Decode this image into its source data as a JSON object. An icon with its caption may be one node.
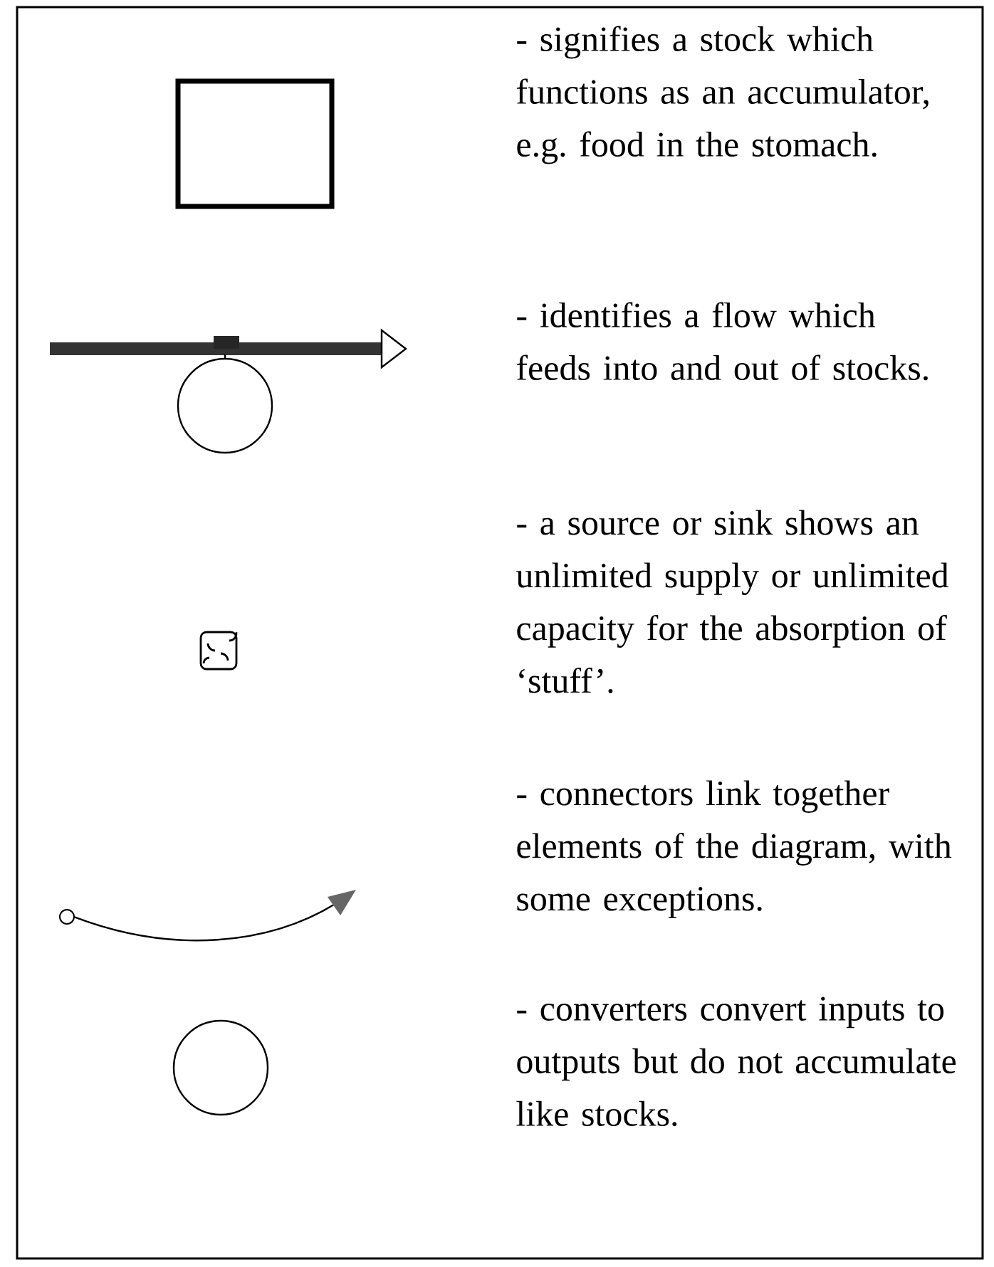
{
  "diagram": {
    "legend": [
      {
        "text": "- signifies a stock which functions as an accumulator, e.g. food in the stomach."
      },
      {
        "text": "- identifies a flow which feeds into and out of stocks."
      },
      {
        "text": "- a source or sink shows an unlimited supply or unlimited capacity for the absorption of ‘stuff’."
      },
      {
        "text": "- connectors link together elements of the diagram, with some exceptions."
      },
      {
        "text": "- converters convert inputs to outputs but do not accumulate like stocks."
      }
    ]
  }
}
